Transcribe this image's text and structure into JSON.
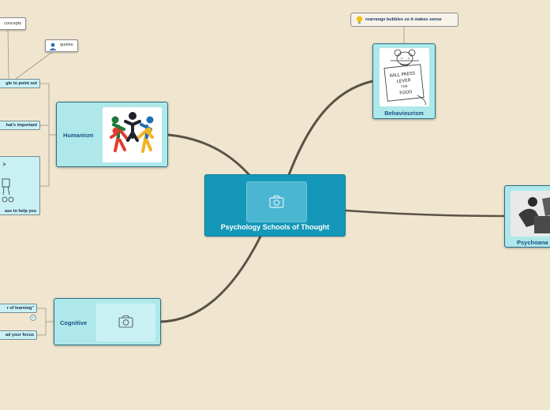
{
  "central": {
    "title": "Psychology Schools of Thought",
    "image_icon": "camera-icon"
  },
  "topics": {
    "humanism": {
      "label": "Humanism",
      "image": "people-circle-illustration"
    },
    "behaviourism": {
      "label": "Behaviourism",
      "image": "rat-sign-cartoon",
      "sign_text": [
        "WILL PRESS",
        "LEVER",
        "FOR",
        "FOOD"
      ]
    },
    "psychoanalysis": {
      "label": "Psychoana",
      "image": "person-on-couch-photo"
    },
    "cognitive": {
      "label": "Cognitive",
      "image_icon": "camera-icon"
    }
  },
  "subtopics": {
    "concepts": "concepts",
    "quotes": "quotes",
    "point_out": "gle to point out",
    "important": "hat's important",
    "help_you": "ase to help you",
    "learning": "r of learning\"",
    "focus": "ad your focus",
    "tip": "rearrange bubbles so it makes sense"
  },
  "icons": {
    "quotes": "person-icon",
    "tip": "lightbulb-icon"
  },
  "colors": {
    "background": "#f0e6d0",
    "central_fill": "#1497b8",
    "topic_fill": "#aee8ea",
    "topic_text": "#1c4f83",
    "connector": "#5a5246"
  }
}
